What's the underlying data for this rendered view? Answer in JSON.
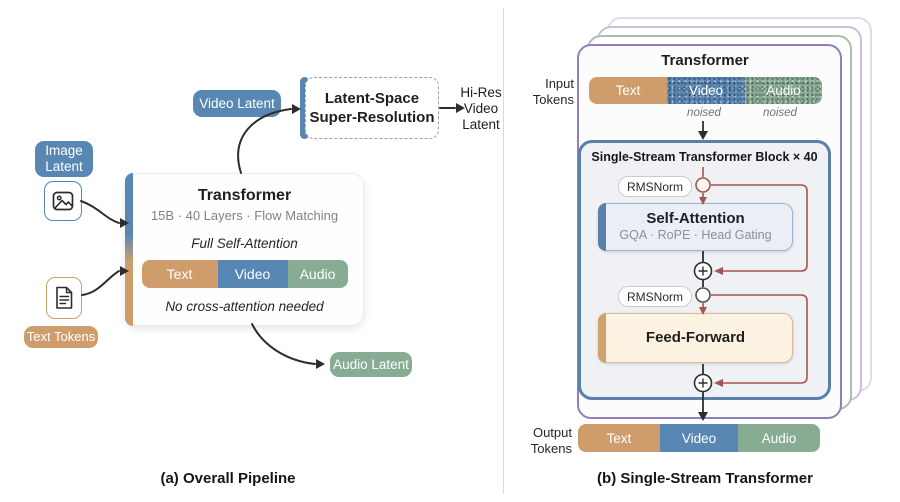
{
  "colors": {
    "tan": "#cf9d6c",
    "blue": "#5787b2",
    "green": "#87ab93",
    "purple": "#8d80bd",
    "sage": "#a9bdb1",
    "lavender": "#c7c1dd",
    "ghost": "#dedde8",
    "red": "#a3554d",
    "steel": "#5a7fa8",
    "tanstripe": "#cfa26e",
    "ink": "#2d2d2d"
  },
  "left_panel": {
    "caption": "(a) Overall Pipeline",
    "image_latent_label": "Image Latent",
    "text_tokens_label": "Text Tokens",
    "video_latent_label": "Video Latent",
    "audio_latent_label": "Audio Latent",
    "transformer_box": {
      "title": "Transformer",
      "subtitle": "15B · 40 Layers · Flow Matching",
      "note_top": "Full Self-Attention",
      "note_bottom": "No cross-attention needed",
      "tokens": [
        "Text",
        "Video",
        "Audio"
      ]
    },
    "sr_box": {
      "line1": "Latent-Space",
      "line2": "Super-Resolution"
    },
    "hires_output": {
      "line1": "Hi-Res",
      "line2": "Video",
      "line3": "Latent"
    }
  },
  "right_panel": {
    "caption": "(b) Single-Stream Transformer",
    "card_title": "Transformer",
    "input_label": {
      "line1": "Input",
      "line2": "Tokens"
    },
    "output_label": {
      "line1": "Output",
      "line2": "Tokens"
    },
    "input_tokens": [
      "Text",
      "Video",
      "Audio"
    ],
    "output_tokens": [
      "Text",
      "Video",
      "Audio"
    ],
    "noised_video": "noised",
    "noised_audio": "noised",
    "block": {
      "title": "Single-Stream Transformer Block × 40",
      "rmsnorm1": "RMSNorm",
      "rmsnorm2": "RMSNorm",
      "self_attention": {
        "title": "Self-Attention",
        "subtitle": "GQA · RoPE · Head Gating"
      },
      "feed_forward": {
        "title": "Feed-Forward"
      }
    }
  }
}
